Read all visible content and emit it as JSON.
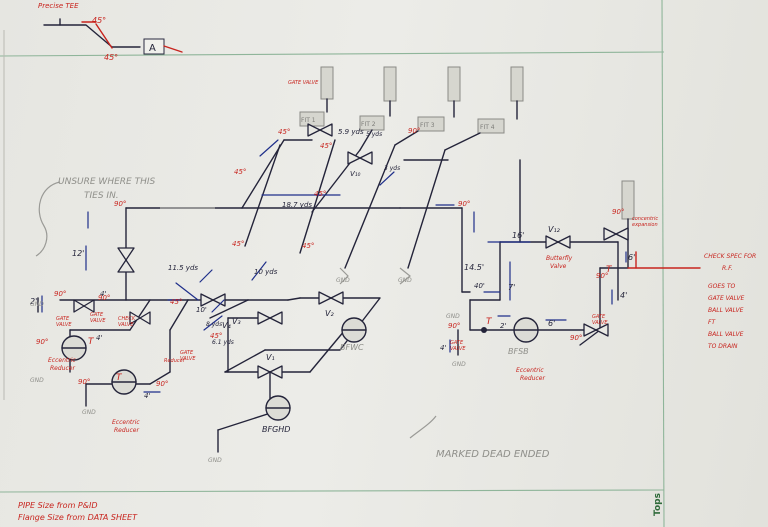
{
  "drawing": {
    "top_labels": {
      "fitting": "Precise TEE",
      "angle_upper": "45°",
      "angle_lower": "45°",
      "marker": "A"
    },
    "notes": {
      "unsure": [
        "UNSURE WHERE THIS",
        "TIES IN."
      ],
      "marked_dead": "MARKED DEAD ENDED",
      "pipe_size": "PIPE Size from P&ID",
      "flange_size": "Flange Size from DATA SHEET",
      "check_spec": [
        "CHECK SPEC FOR",
        "R.F."
      ],
      "goes_to": [
        "GOES TO",
        "GATE VALVE",
        "BALL VALVE",
        "FT",
        "BALL VALVE",
        "TO DRAIN"
      ]
    },
    "fit_tags": [
      "FIT 1",
      "FIT 2",
      "FIT 3",
      "FIT 4"
    ],
    "valves": {
      "v1": "V₁",
      "v2": "V₂",
      "v3": "V₃",
      "v4": "V₄",
      "v12": "V₁₂",
      "v10": "V₁₀",
      "gate_top": "GATE VALVE",
      "butterfly": [
        "Butterfly",
        "Valve"
      ],
      "gate_left": [
        "GATE",
        "VALVE"
      ],
      "gate_right": [
        "GATE",
        "VALVE"
      ],
      "gate_mid": [
        "GATE",
        "VALVE"
      ],
      "check": [
        "CHECK",
        "VALVE"
      ],
      "gate_side": [
        "GATE",
        "VALVE"
      ],
      "gate_small": [
        "GATE",
        "VALVE"
      ]
    },
    "pumps": {
      "left": "BFWC",
      "right": "BFSB",
      "bottom": "BFGHD"
    },
    "reducers": {
      "eccentric_left": [
        "Eccentric",
        "Reducer"
      ],
      "eccentric_right": [
        "Eccentric",
        "Reducer"
      ],
      "eccentric_bottom": [
        "Eccentric",
        "Reducer"
      ],
      "concentric": [
        "concentric",
        "expansion"
      ],
      "reducer_label": "Reducer"
    },
    "dimensions": {
      "d12": "12'",
      "d2": "2'",
      "d4a": "4'",
      "d4b": "4'",
      "d16": "16'",
      "d145": "14.5'",
      "d7": "7'",
      "d40": "40'",
      "d6a": "6'",
      "d6b": "6'",
      "d4c": "4'",
      "d2b": "2'",
      "d4d": "4'",
      "d4e": "4'",
      "d187": "18.7 yds",
      "d59": "5.9 yds",
      "d11": "11.5 yds",
      "d10": "10 yds",
      "d8": "8 yds",
      "d61": "6.1 yds",
      "d10b": "10'",
      "d5": "5 yds",
      "d3": "3 yds"
    },
    "angles": {
      "a90_1": "90°",
      "a90_2": "90°",
      "a90_3": "90°",
      "a90_4": "90°",
      "a90_5": "90°",
      "a90_6": "90°",
      "a90_7": "90°",
      "a90_8": "90°",
      "a90_9": "90°",
      "a90_10": "90°",
      "a90_11": "90°",
      "a90_12": "90°",
      "a45_1": "45°",
      "a45_2": "45°",
      "a45_3": "45°",
      "a45_4": "45°",
      "a45_5": "45°",
      "a45_6": "45°",
      "a45_7": "45°",
      "a45_8": "45°",
      "tee_flow": "T",
      "tee_1": "T",
      "tee_2": "T",
      "tee_3": "T"
    },
    "gnd": [
      "GND",
      "GND",
      "GND",
      "GND",
      "GND",
      "GND",
      "GND",
      "GND"
    ],
    "logo": "Tops"
  }
}
